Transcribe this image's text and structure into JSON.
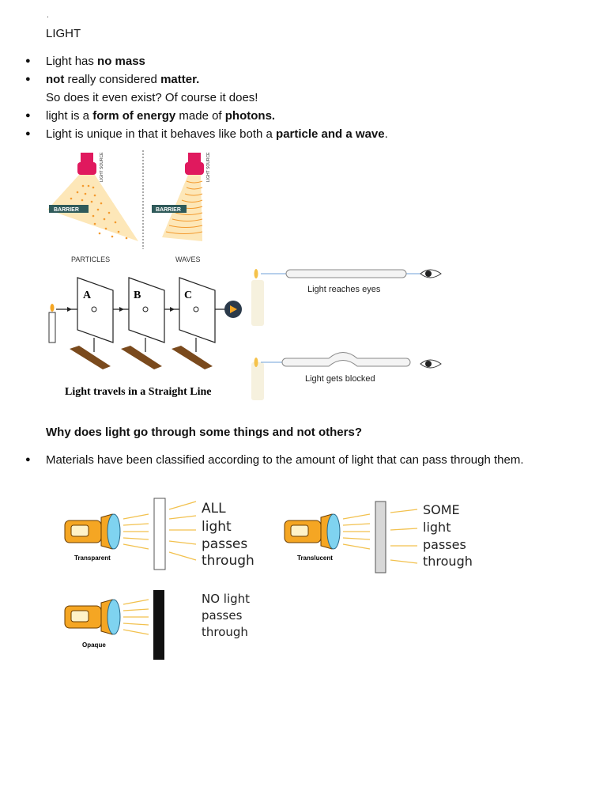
{
  "doc": {
    "dot": ".",
    "title": "LIGHT",
    "b1_pre": "Light has ",
    "b1_bold": "no mass",
    "b2_bold1": "not",
    "b2_mid": " really considered ",
    "b2_bold2": "matter.",
    "b2_cont": "So does it even exist? Of course it does!",
    "b3_pre": "light is a ",
    "b3_bold1": "form of energy",
    "b3_mid": " made of ",
    "b3_bold2": "photons.",
    "b4_pre": "Light is unique in that it behaves like both a ",
    "b4_bold": "particle and a wave",
    "b4_post": ".",
    "question": "Why does light go through some things and not others?",
    "materials": "Materials have been classified according to the amount of light that can pass through them."
  },
  "fig1": {
    "light_source": "LIGHT SOURCE",
    "barrier": "BARRIER",
    "particles": "PARTICLES",
    "waves": "WAVES"
  },
  "fig2": {
    "a": "A",
    "b": "B",
    "c": "C",
    "caption": "Light travels in a Straight Line"
  },
  "fig3": {
    "reaches": "Light reaches eyes",
    "blocked": "Light gets blocked"
  },
  "fig4": {
    "transparent": "Transparent",
    "translucent": "Translucent",
    "opaque": "Opaque",
    "t1": "ALL",
    "t2": "light",
    "t3": "passes",
    "t4": "through",
    "s1": "SOME",
    "s2": "light",
    "s3": "passes",
    "s4": "through",
    "o1": "NO light",
    "o2": "passes",
    "o3": "through"
  },
  "colors": {
    "flashlight": "#f5a623",
    "lens": "#7fd3f0",
    "ray": "#f2c14e",
    "source": "#e0195e",
    "wave": "#f39a2e"
  }
}
